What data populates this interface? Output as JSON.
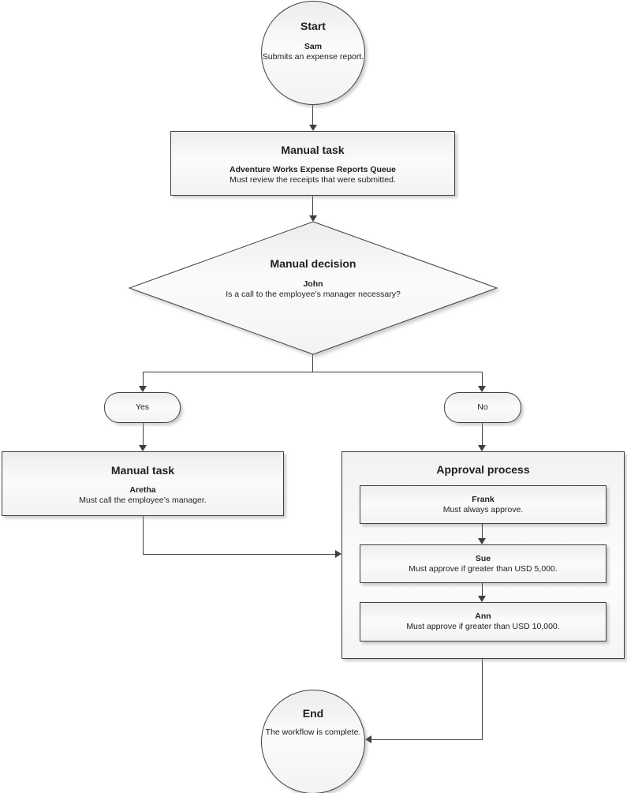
{
  "nodes": {
    "start": {
      "title": "Start",
      "name": "Sam",
      "description": "Submits an expense report."
    },
    "review_task": {
      "title": "Manual task",
      "name": "Adventure Works Expense Reports Queue",
      "description": "Must review the receipts that were submitted."
    },
    "decision": {
      "title": "Manual decision",
      "name": "John",
      "description": "Is a call to the employee’s manager necessary?"
    },
    "branch_yes": {
      "label": "Yes"
    },
    "branch_no": {
      "label": "No"
    },
    "call_task": {
      "title": "Manual task",
      "name": "Aretha",
      "description": "Must call the employee’s manager."
    },
    "approval": {
      "title": "Approval process",
      "steps": [
        {
          "name": "Frank",
          "description": "Must always approve."
        },
        {
          "name": "Sue",
          "description": "Must approve if greater than USD 5,000."
        },
        {
          "name": "Ann",
          "description": "Must approve if greater than USD 10,000."
        }
      ]
    },
    "end": {
      "title": "End",
      "description": "The workflow is complete."
    }
  },
  "colors": {
    "shape_border": "#3f3f3f",
    "shape_fill_top": "#ededed",
    "shape_fill_bottom": "#f3f3f3",
    "text": "#1f1f1f",
    "background": "#ffffff"
  }
}
